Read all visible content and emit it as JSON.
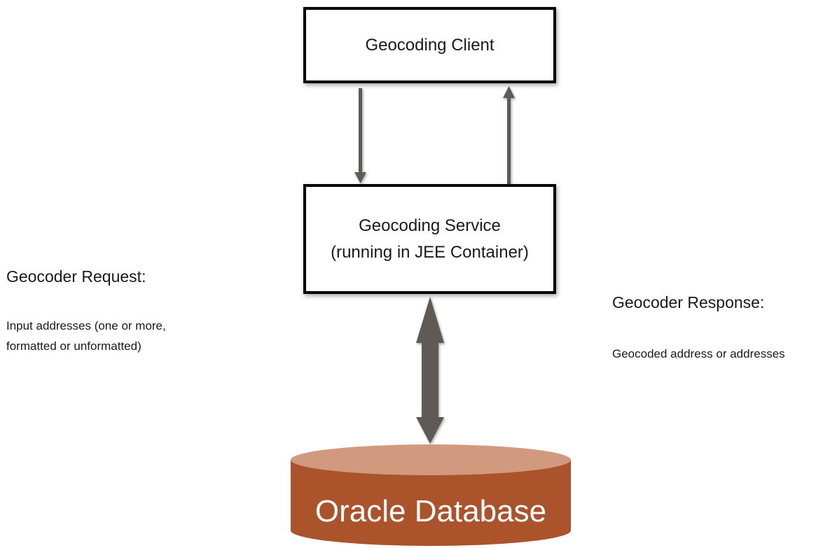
{
  "client": {
    "label": "Geocoding Client"
  },
  "service": {
    "line1": "Geocoding Service",
    "line2": "(running in JEE Container)"
  },
  "request": {
    "heading": "Geocoder Request:",
    "line1": "Input addresses (one or more,",
    "line2": "formatted or unformatted)"
  },
  "response": {
    "heading": "Geocoder Response:",
    "body": "Geocoded address or addresses"
  },
  "database": {
    "label": "Oracle Database"
  },
  "colors": {
    "arrow": "#5f5a55",
    "db_top": "#d19a7f",
    "db_body": "#ab532a",
    "box_border": "#000000"
  }
}
